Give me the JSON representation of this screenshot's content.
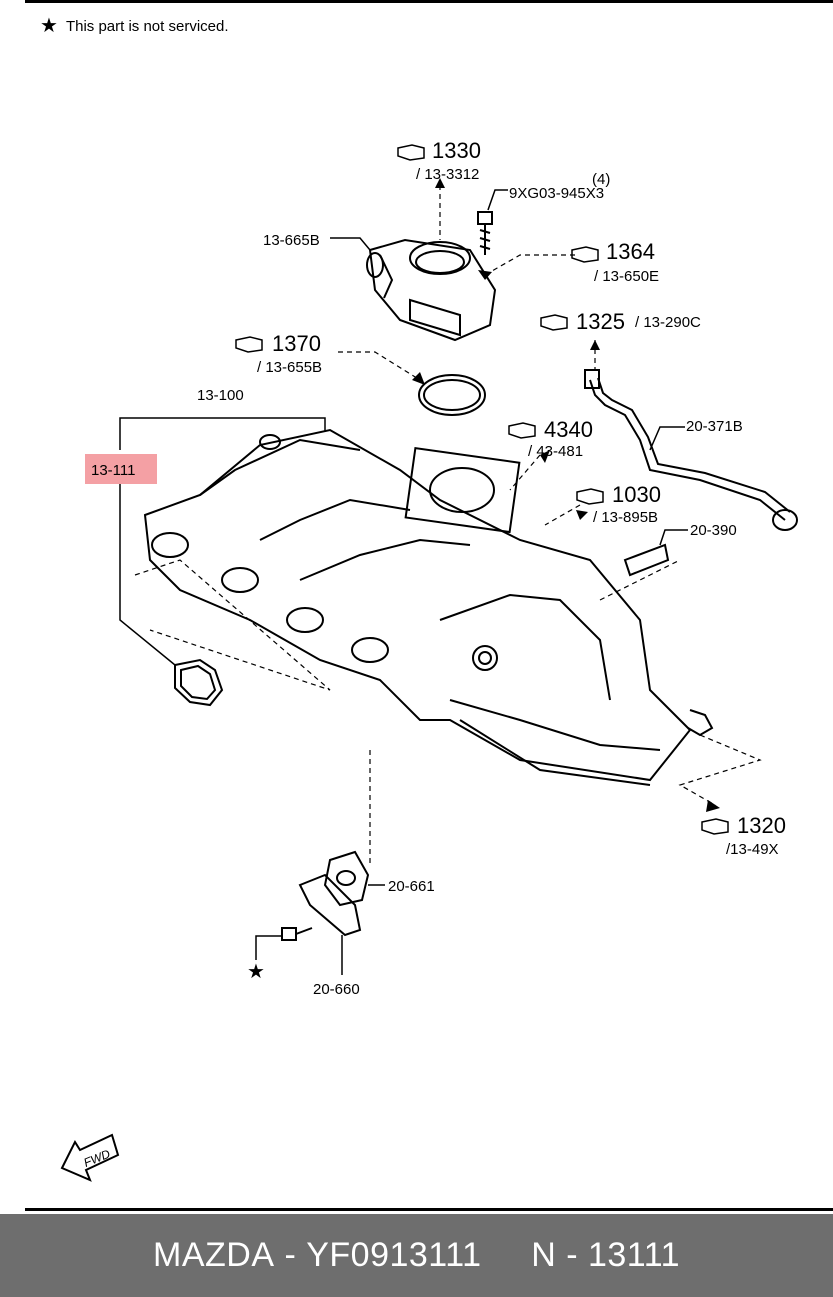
{
  "note": {
    "symbol": "★",
    "text": "This part is not serviced."
  },
  "labels": {
    "ref_1330": "1330",
    "ref_13_3312": "/ 13-3312",
    "qty_4": "(4)",
    "bolt_9xg03": "9XG03-945X3",
    "part_13_665b": "13-665B",
    "ref_1364": "1364",
    "ref_13_650e": "/ 13-650E",
    "ref_1325": "1325",
    "ref_13_290c": "/ 13-290C",
    "ref_1370": "1370",
    "ref_13_655b": "/ 13-655B",
    "part_13_100": "13-100",
    "part_13_111": "13-111",
    "ref_4340": "4340",
    "ref_43_481": "/ 43-481",
    "part_20_371b": "20-371B",
    "ref_1030": "1030",
    "ref_13_895b": "/ 13-895B",
    "part_20_390": "20-390",
    "ref_1320": "1320",
    "ref_13_49x": "/13-49X",
    "part_20_661": "20-661",
    "part_20_660": "20-660",
    "fwd": "FWD"
  },
  "highlight_color": "#f4a0a4",
  "footer": {
    "brand": "MAZDA",
    "part_number": "YF0913111",
    "ref": "N - 13111"
  }
}
